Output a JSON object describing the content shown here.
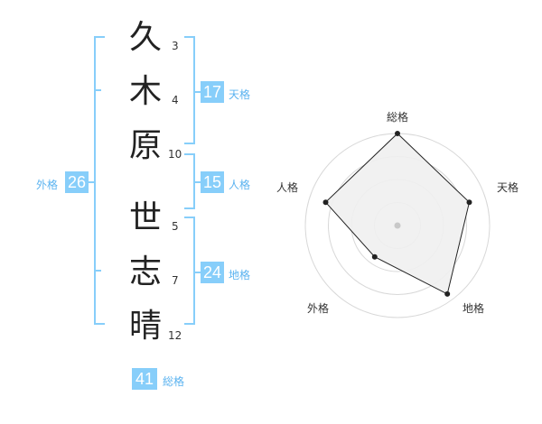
{
  "name": {
    "characters": [
      {
        "char": "久",
        "strokes": "3"
      },
      {
        "char": "木",
        "strokes": "4"
      },
      {
        "char": "原",
        "strokes": "10"
      },
      {
        "char": "世",
        "strokes": "5"
      },
      {
        "char": "志",
        "strokes": "7"
      },
      {
        "char": "晴",
        "strokes": "12"
      }
    ]
  },
  "fortunes": {
    "tenkaku": {
      "value": "17",
      "label": "天格"
    },
    "jinkaku": {
      "value": "15",
      "label": "人格"
    },
    "chikaku": {
      "value": "24",
      "label": "地格"
    },
    "gaikaku": {
      "value": "26",
      "label": "外格"
    },
    "soukaku": {
      "value": "41",
      "label": "総格"
    }
  },
  "colors": {
    "accent": "#87CEFA",
    "label": "#5bb3f0",
    "radar_fill": "#f0f0f0",
    "radar_line": "#222222"
  },
  "chart_data": {
    "type": "radar",
    "axes": [
      "総格",
      "天格",
      "地格",
      "外格",
      "人格"
    ],
    "values": [
      1.0,
      0.82,
      0.92,
      0.42,
      0.82
    ],
    "rings": 4,
    "range": [
      0,
      1
    ]
  }
}
